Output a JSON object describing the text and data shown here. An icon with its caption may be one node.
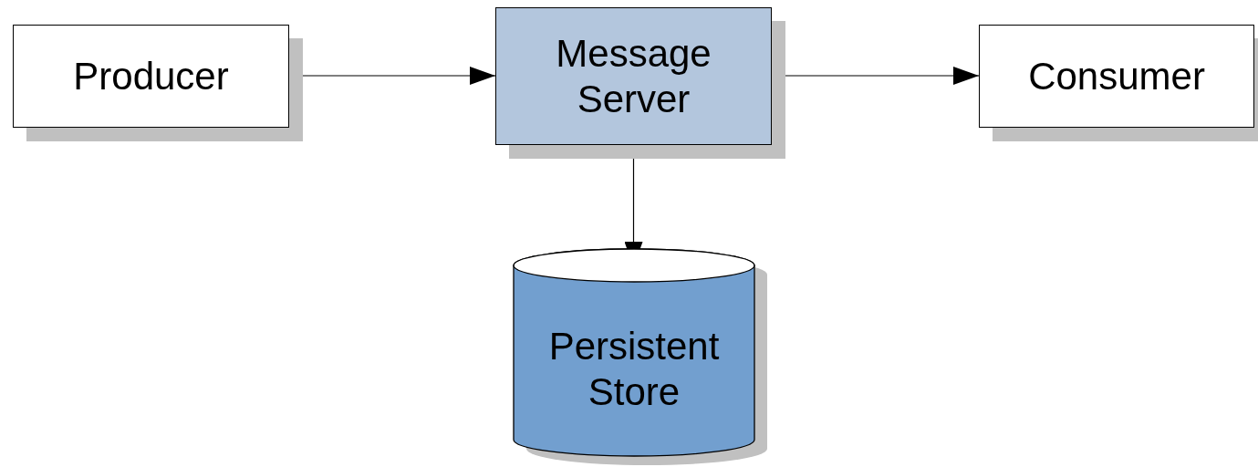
{
  "diagram": {
    "nodes": [
      {
        "text": [
          "Producer"
        ]
      },
      {
        "text": [
          "Message Server"
        ]
      },
      {
        "text": [
          "Consumer"
        ]
      },
      {
        "text": [
          "Persistent Store"
        ]
      }
    ],
    "edges": [
      {
        "from": 0,
        "to": 1,
        "arrow": "to"
      },
      {
        "from": 1,
        "to": 2,
        "arrow": "to"
      },
      {
        "from": 1,
        "to": 3,
        "arrow": "to"
      }
    ]
  }
}
